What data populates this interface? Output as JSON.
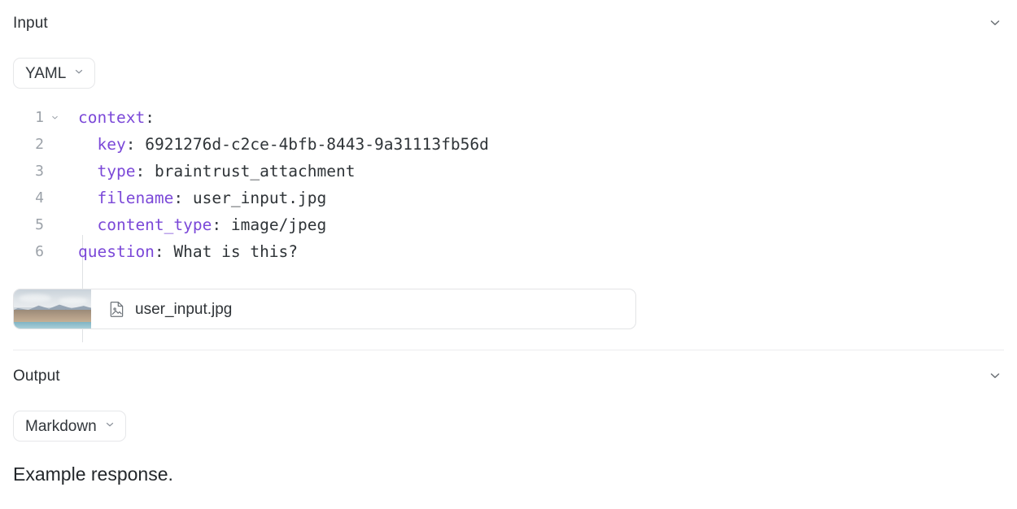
{
  "input": {
    "title": "Input",
    "collapse_icon": "chevron-down-icon",
    "format": {
      "label": "YAML",
      "chevron": "chevron-down-icon"
    },
    "code": {
      "language": "yaml",
      "fold_icon": "chevron-down-icon",
      "lines": [
        {
          "num": "1",
          "indent": 0,
          "key": "context",
          "colon": ":",
          "value": "",
          "foldable": true
        },
        {
          "num": "2",
          "indent": 1,
          "key": "key",
          "colon": ":",
          "value": " 6921276d-c2ce-4bfb-8443-9a31113fb56d",
          "foldable": false
        },
        {
          "num": "3",
          "indent": 1,
          "key": "type",
          "colon": ":",
          "value": " braintrust_attachment",
          "foldable": false
        },
        {
          "num": "4",
          "indent": 1,
          "key": "filename",
          "colon": ":",
          "value": " user_input.jpg",
          "foldable": false
        },
        {
          "num": "5",
          "indent": 1,
          "key": "content_type",
          "colon": ":",
          "value": " image/jpeg",
          "foldable": false
        },
        {
          "num": "6",
          "indent": 0,
          "key": "question",
          "colon": ":",
          "value": " What is this?",
          "foldable": false
        }
      ]
    },
    "attachment": {
      "filename": "user_input.jpg",
      "file_icon": "file-image-icon",
      "thumbnail_alt": "mountain-landscape-thumbnail"
    }
  },
  "output": {
    "title": "Output",
    "collapse_icon": "chevron-down-icon",
    "format": {
      "label": "Markdown",
      "chevron": "chevron-down-icon"
    },
    "body": "Example response."
  },
  "colors": {
    "key_purple": "#7b48d8",
    "text": "#2f3438",
    "muted": "#9ca2a9",
    "border": "#e6e7e9",
    "divider": "#ececee"
  }
}
